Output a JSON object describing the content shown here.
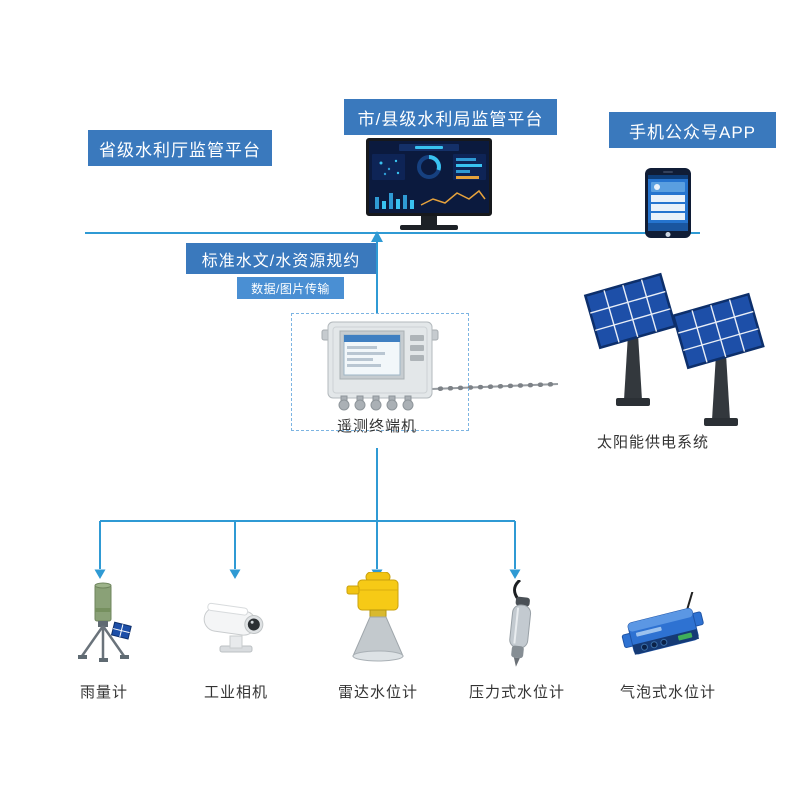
{
  "platforms": {
    "provincial": "省级水利厅监管平台",
    "city_county": "市/县级水利局监管平台",
    "mobile_app": "手机公众号APP"
  },
  "links": {
    "protocol": "标准水文/水资源规约",
    "transmission": "数据/图片传输"
  },
  "rtu": {
    "label": "遥测终端机"
  },
  "solar": {
    "label": "太阳能供电系统"
  },
  "sensors": [
    {
      "label": "雨量计"
    },
    {
      "label": "工业相机"
    },
    {
      "label": "雷达水位计"
    },
    {
      "label": "压力式水位计"
    },
    {
      "label": "气泡式水位计"
    }
  ],
  "colors": {
    "label_box": "#3a79bd",
    "label_box_small": "#4a8fd3",
    "connector": "#2f9ad4",
    "caption_text": "#333333"
  }
}
